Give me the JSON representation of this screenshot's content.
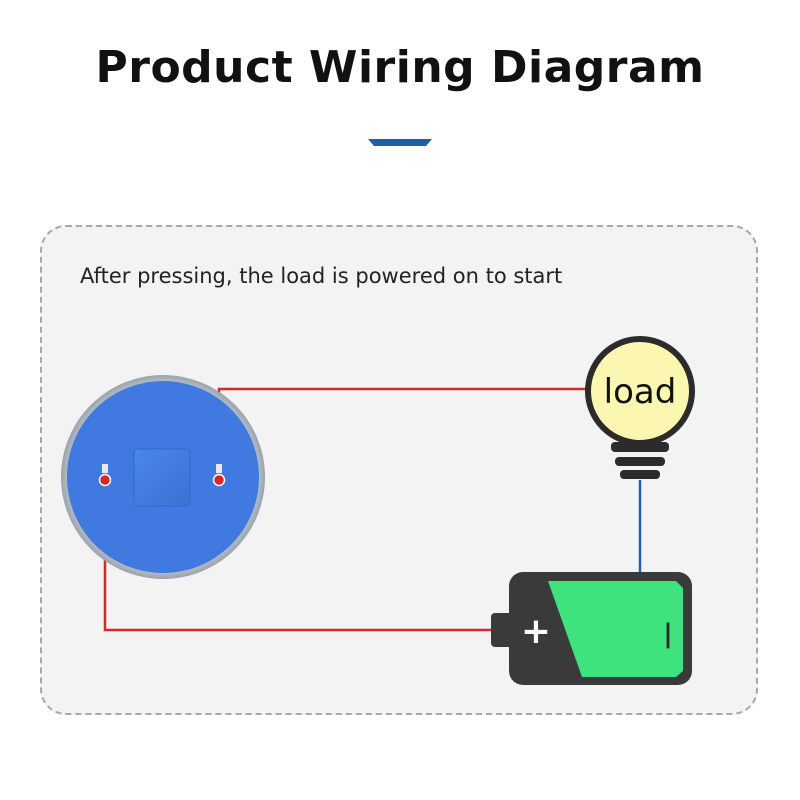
{
  "header": {
    "title": "Product Wiring Diagram"
  },
  "panel": {
    "caption": "After pressing, the load is powered on to start"
  },
  "components": {
    "load_label": "load",
    "battery_plus": "+",
    "battery_minus": "|"
  },
  "colors": {
    "accent": "#1f5fa8",
    "switch_blue": "#3f7de0",
    "wire_red": "#d22a2a",
    "wire_blue": "#1f5fb8",
    "bulb_yellow": "#fbf7b0",
    "battery_body": "#3a3a3a",
    "battery_green": "#3fe37d"
  }
}
